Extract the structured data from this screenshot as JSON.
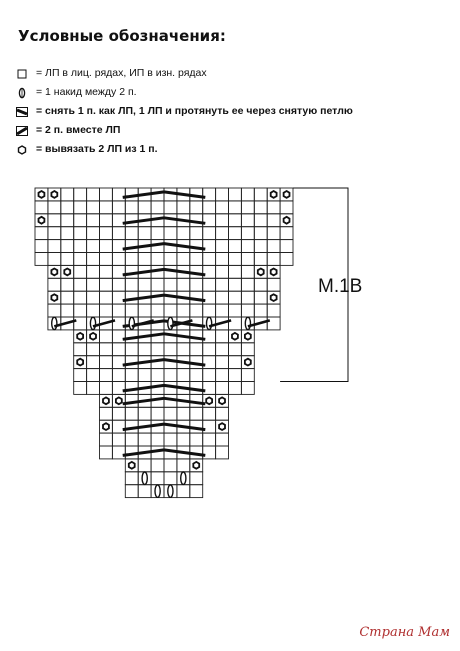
{
  "title": "Условные обозначения:",
  "legend": [
    {
      "symbol": "square-icon",
      "text": "= ЛП в лиц. рядах, ИП в изн. рядах"
    },
    {
      "symbol": "yarn-over-icon",
      "text": "= 1 накид между 2 п."
    },
    {
      "symbol": "slip-knit-pass-icon",
      "text": "= снять 1 п. как ЛП, 1 ЛП и протянуть ее через снятую петлю"
    },
    {
      "symbol": "k2tog-icon",
      "text": "= 2 п. вместе ЛП"
    },
    {
      "symbol": "hexagon-icon",
      "text": "= вывязать 2 ЛП из 1 п."
    }
  ],
  "repeat_label": "М.1В",
  "watermark": "Страна Мам",
  "colors": {
    "ink": "#111111",
    "grid": "#222222",
    "watermark": "#b03030"
  }
}
